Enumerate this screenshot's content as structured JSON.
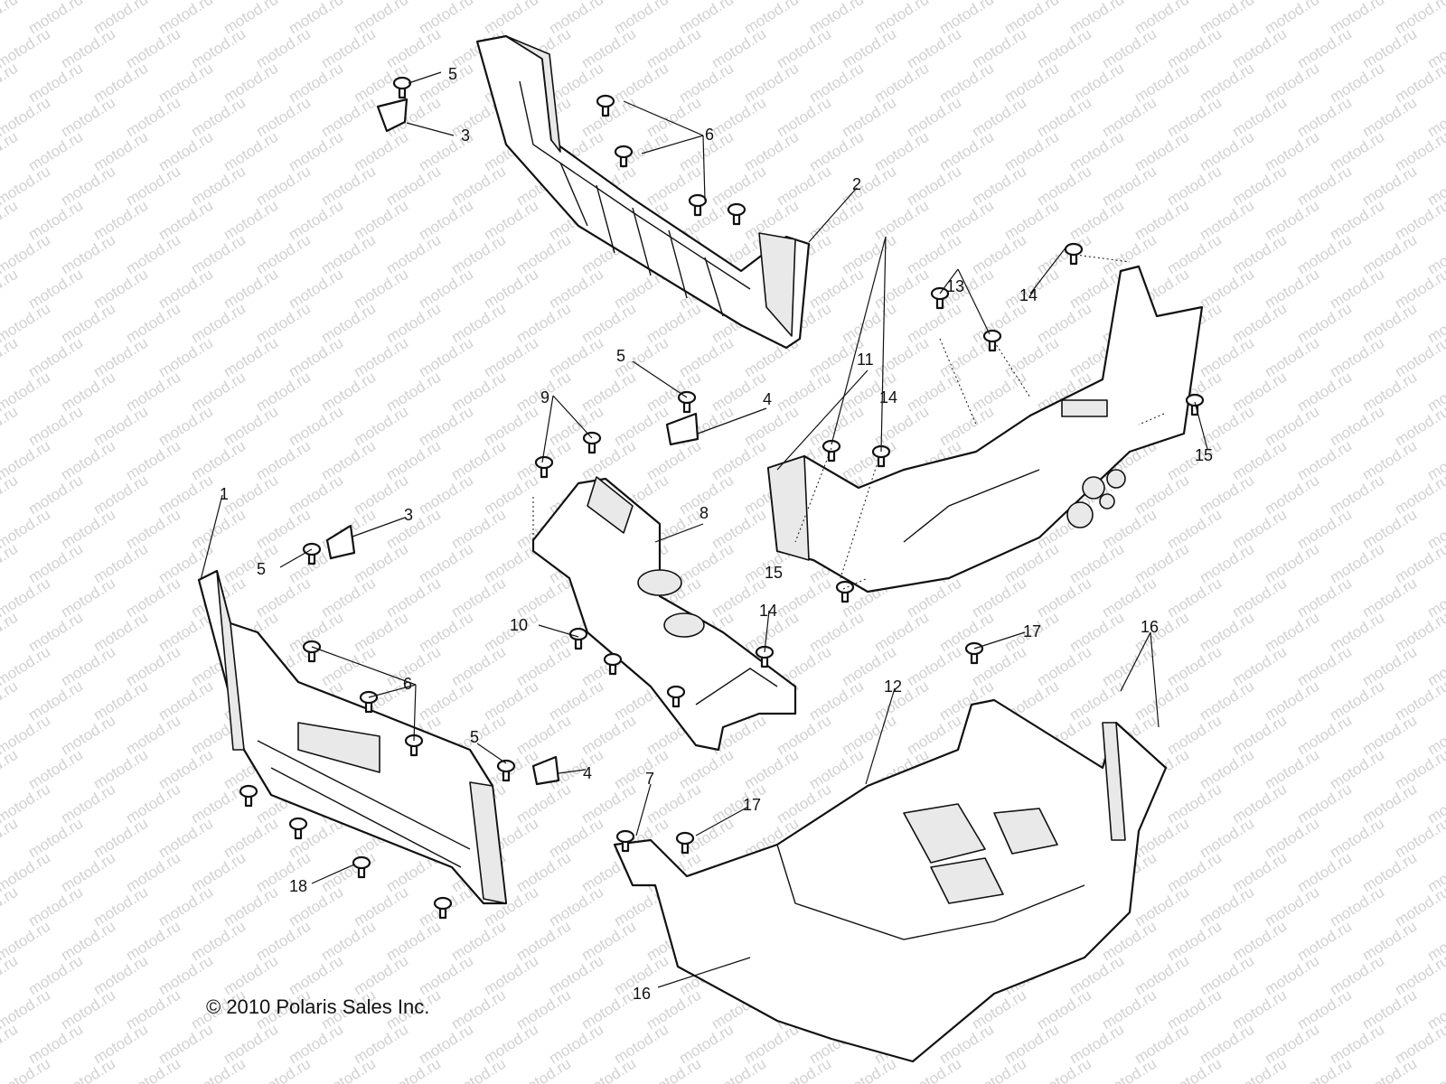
{
  "watermark": "motod.ru",
  "copyright": "© 2010 Polaris Sales Inc.",
  "callouts": [
    "1",
    "2",
    "3",
    "4",
    "5",
    "6",
    "7",
    "8",
    "9",
    "10",
    "11",
    "12",
    "13",
    "14",
    "15",
    "16",
    "17",
    "18"
  ]
}
